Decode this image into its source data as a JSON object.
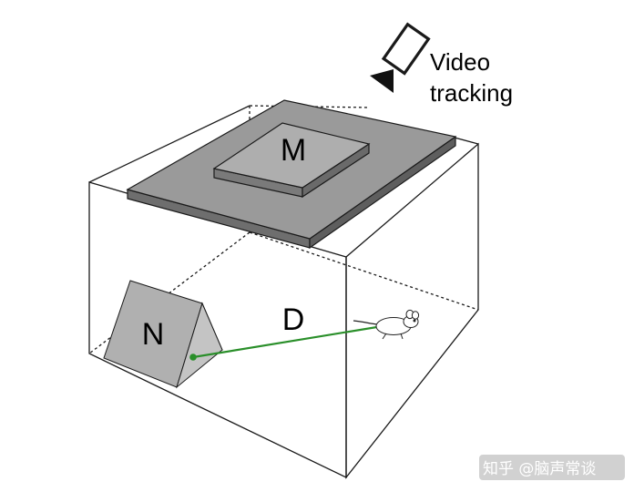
{
  "labels": {
    "camera_line1": "Video",
    "camera_line2": "tracking",
    "platform": "M",
    "shelter": "N",
    "distance": "D"
  },
  "watermark": "知乎 @脑声常谈",
  "colors": {
    "outline": "#1a1a1a",
    "platform_fill": "#9a9a9a",
    "shelter_fill": "#b0b0b0",
    "shelter_shadow": "#3a3a3a",
    "distance_line": "#2a8f2a",
    "background": "#ffffff"
  },
  "icons": {
    "camera": "video-camera-icon",
    "mouse": "mouse-icon"
  }
}
